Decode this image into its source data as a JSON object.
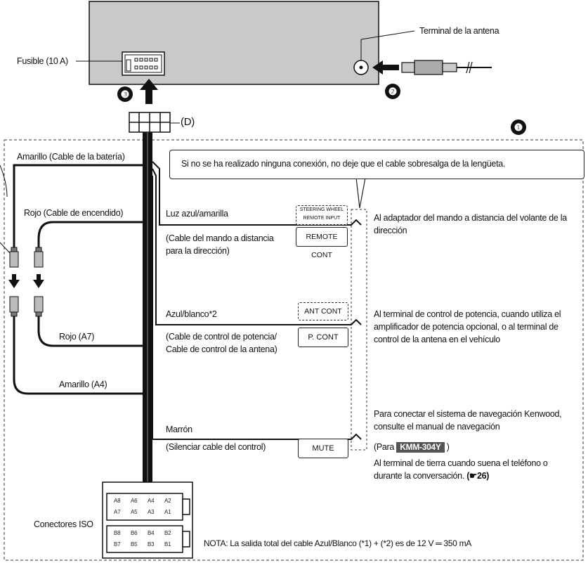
{
  "labels": {
    "antenna_terminal": "Terminal de la antena",
    "fuse": "Fusible (10 A)",
    "connector_d": "(D)",
    "yellow_battery": "Amarillo (Cable de la batería)",
    "red_ignition": "Rojo (Cable de encendido)",
    "red_a7": "Rojo (A7)",
    "yellow_a4": "Amarillo (A4)",
    "iso_connectors": "Conectores ISO"
  },
  "callout": "Si no se ha realizado ninguna conexión, no deje que el cable sobresalga de la lengüeta.",
  "numbers": {
    "n1": "❶",
    "n2": "❷",
    "n3": "❸"
  },
  "wires": {
    "light_blue_yellow": "Luz azul/amarilla",
    "steering_desc": "(Cable del mando a distancia para la dirección)",
    "steering_box_top": "STEERING WHEEL REMOTE INPUT",
    "steering_box_bottom": "REMOTE CONT",
    "steering_dest": "Al adaptador del mando a distancia del volante de la dirección",
    "blue_white": "Azul/blanco*2",
    "power_desc": "(Cable de control de potencia/ Cable de control de la antena)",
    "ant_cont": "ANT CONT",
    "p_cont": "P. CONT",
    "power_dest": "Al terminal de control de potencia, cuando utiliza el amplificador de potencia opcional, o al terminal de control de la antena en el vehículo",
    "brown": "Marrón",
    "mute_desc": "(Silenciar cable del control)",
    "mute_box": "MUTE",
    "nav_dest": "Para conectar el sistema de navegación Kenwood, consulte el manual de navegación",
    "nav_for_prefix": "(Para",
    "nav_model": "KMM-304Y",
    "nav_for_suffix": ")",
    "ground_dest": "Al terminal de tierra cuando suena el teléfono o durante la conversación.",
    "ground_ref": "(☛26)"
  },
  "iso": {
    "row_a1": [
      "A8",
      "A6",
      "A4",
      "A2"
    ],
    "row_a2": [
      "A7",
      "A5",
      "A3",
      "A1"
    ],
    "row_b1": [
      "B8",
      "B6",
      "B4",
      "B2"
    ],
    "row_b2": [
      "B7",
      "B5",
      "B3",
      "B1"
    ]
  },
  "note": "NOTA: La salida total del cable Azul/Blanco (*1) + (*2) es de 12 V ═ 350 mA"
}
